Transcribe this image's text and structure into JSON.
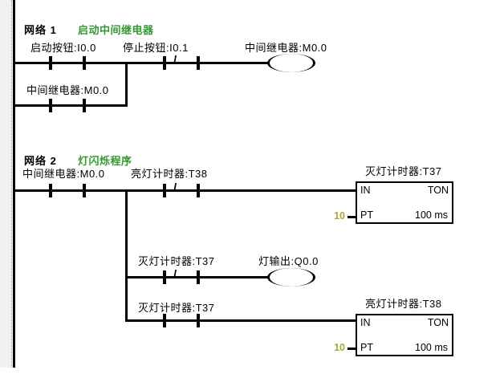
{
  "colors": {
    "comment_green": "#339933",
    "preset_olive": "#aaaa3c",
    "wire_black": "#000000",
    "margin_gray": "#f1f1f1"
  },
  "symbols": {
    "nc_slash": "/"
  },
  "network1": {
    "title": "网络 1",
    "comment": "启动中间继电器",
    "start_contact": {
      "label": "启动按钮:I0.0"
    },
    "stop_contact": {
      "label": "停止按钮:I0.1"
    },
    "output_coil": {
      "label": "中间继电器:M0.0"
    },
    "seal_contact": {
      "label": "中间继电器:M0.0"
    }
  },
  "network2": {
    "title": "网络 2",
    "comment": "灯闪烁程序",
    "relay_contact": {
      "label": "中间继电器:M0.0"
    },
    "on_timer_nc_contact": {
      "label": "亮灯计时器:T38"
    },
    "off_timer_box": {
      "label": "灭灯计时器:T37",
      "in_pin": "IN",
      "func": "TON",
      "pt_pin": "PT",
      "preset": "10",
      "time_base": "100 ms"
    },
    "off_timer_nc_contact": {
      "label": "灭灯计时器:T37"
    },
    "lamp_coil": {
      "label": "灯输出:Q0.0"
    },
    "off_timer_no_contact": {
      "label": "灭灯计时器:T37"
    },
    "on_timer_box": {
      "label": "亮灯计时器:T38",
      "in_pin": "IN",
      "func": "TON",
      "pt_pin": "PT",
      "preset": "10",
      "time_base": "100 ms"
    }
  }
}
